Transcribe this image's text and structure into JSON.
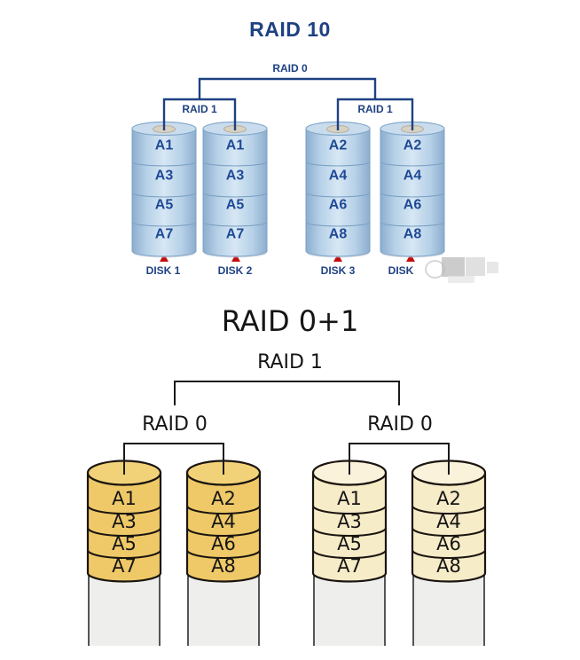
{
  "top": {
    "title": "RAID 10",
    "root_label": "RAID 0",
    "groups": [
      {
        "label": "RAID 1"
      },
      {
        "label": "RAID 1"
      }
    ],
    "disks": [
      {
        "label": "DISK 1",
        "blocks": [
          "A1",
          "A3",
          "A5",
          "A7"
        ]
      },
      {
        "label": "DISK 2",
        "blocks": [
          "A1",
          "A3",
          "A5",
          "A7"
        ]
      },
      {
        "label": "DISK 3",
        "blocks": [
          "A2",
          "A4",
          "A6",
          "A8"
        ]
      },
      {
        "label": "DISK",
        "blocks": [
          "A2",
          "A4",
          "A6",
          "A8"
        ]
      }
    ]
  },
  "bottom": {
    "title": "RAID 0+1",
    "root_label": "RAID 1",
    "groups": [
      {
        "label": "RAID 0"
      },
      {
        "label": "RAID 0"
      }
    ],
    "disks": [
      {
        "blocks": [
          "A1",
          "A3",
          "A5",
          "A7"
        ]
      },
      {
        "blocks": [
          "A2",
          "A4",
          "A6",
          "A8"
        ]
      },
      {
        "blocks": [
          "A1",
          "A3",
          "A5",
          "A7"
        ]
      },
      {
        "blocks": [
          "A2",
          "A4",
          "A6",
          "A8"
        ]
      }
    ]
  },
  "icons": {
    "disk_pointer": "red-triangle-up",
    "watermark": "blurred-gray-blocks"
  },
  "colors": {
    "top_navy": "#1e4182",
    "top_block_text": "#1e4a96",
    "blue_disk_mid": "#d7e7f4",
    "blue_disk_edge": "#8cadce",
    "arrow_red": "#c40d0d",
    "bottom_line": "#1a1a1a",
    "gold_disk": "#efc968",
    "cream_disk": "#f7ecc8",
    "gray_column": "#eeeeec"
  }
}
